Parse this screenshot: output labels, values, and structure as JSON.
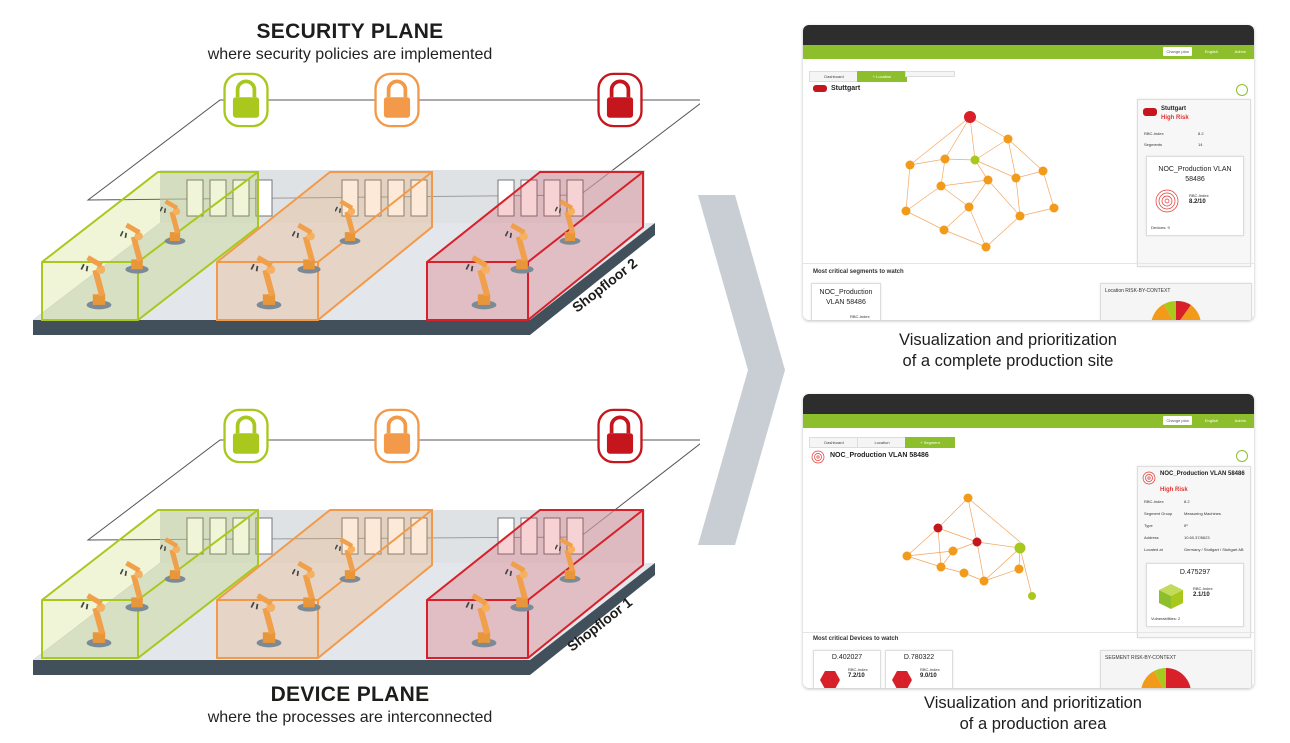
{
  "security_plane": {
    "title": "SECURITY PLANE",
    "subtitle": "where security policies are implemented",
    "shopfloor_label": "Shopfloor 2"
  },
  "device_plane": {
    "title": "DEVICE PLANE",
    "subtitle": "where the processes are interconnected",
    "shopfloor_label": "Shopfloor 1"
  },
  "zone_colors": {
    "green": "#a8c81e",
    "orange": "#f29a4a",
    "red": "#d8202a"
  },
  "screenshot_site": {
    "url": "",
    "change_plan": "Change plan",
    "language": "English",
    "user": "Admin",
    "tabs": [
      "Dashboard",
      "+ Location",
      ""
    ],
    "header": "Stuttgart",
    "panel": {
      "name": "Stuttgart",
      "risk": "High Risk",
      "rows": [
        {
          "k": "RBC-Index",
          "v": "8.2"
        },
        {
          "k": "Segments",
          "v": "14"
        }
      ]
    },
    "segment_card": {
      "title": "NOC_Production VLAN 58486",
      "index_label": "RBC-Index",
      "index": "8.2/10",
      "devices": "Devices: 9"
    },
    "critical_title": "Most critical segments to watch",
    "critical_item": {
      "title": "NOC_Production VLAN 58486",
      "index_label": "RBC-Index"
    },
    "risk_context": "Location RISK-BY-CONTEXT"
  },
  "screenshot_area": {
    "url": "",
    "change_plan": "Change plan",
    "language": "English",
    "user": "Admin",
    "tabs": [
      "Dashboard",
      "Location",
      "+ Segment"
    ],
    "header": "NOC_Production VLAN 58486",
    "panel": {
      "name": "NOC_Production VLAN 58486",
      "risk": "High Risk",
      "rows": [
        {
          "k": "RBC-Index",
          "v": "8.2"
        },
        {
          "k": "Segment Group",
          "v": "Measuring Machines"
        },
        {
          "k": "Type",
          "v": "IP"
        },
        {
          "k": "Address",
          "v": "10.60.37/8623"
        },
        {
          "k": "Located at",
          "v": "Germany / Stuttgart / Stuttgart AB"
        }
      ]
    },
    "device_card": {
      "title": "D.475297",
      "index_label": "RBC-Index",
      "index": "2.1/10",
      "vulns": "Vulnerabilities: 2"
    },
    "critical_title": "Most critical Devices to watch",
    "critical_items": [
      {
        "title": "D.402027",
        "index_label": "RBC-Index",
        "index": "7.2/10"
      },
      {
        "title": "D.780322",
        "index_label": "RBC-Index",
        "index": "9.0/10"
      }
    ],
    "risk_context": "SEGMENT RISK-BY-CONTEXT"
  },
  "captions": {
    "site": [
      "Visualization and prioritization",
      "of a complete production site"
    ],
    "area": [
      "Visualization and prioritization",
      "of a production area"
    ]
  }
}
